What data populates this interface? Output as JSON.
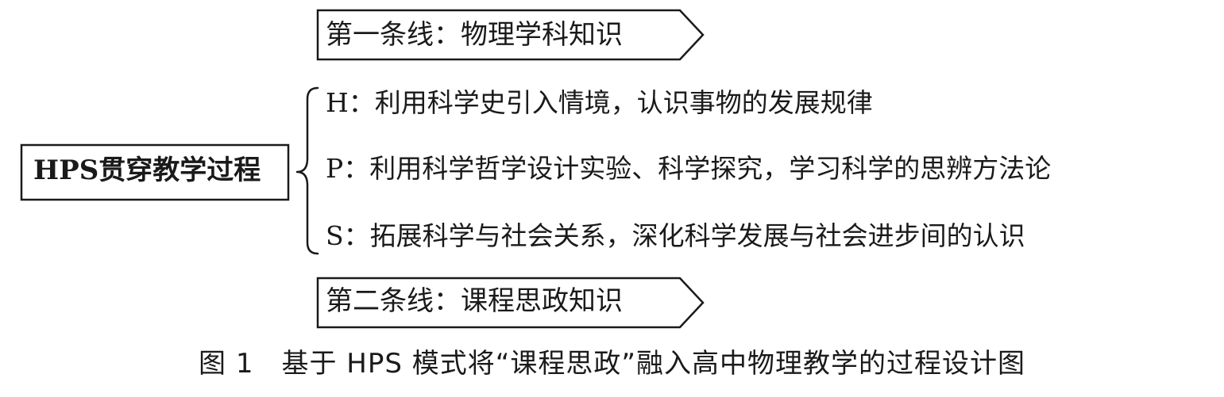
{
  "diagram": {
    "first_line": "第一条线：物理学科知识",
    "second_line": "第二条线：课程思政知识",
    "center": "HPS贯穿教学过程",
    "branches": [
      {
        "key": "H",
        "text": "H：利用科学史引入情境，认识事物的发展规律"
      },
      {
        "key": "P",
        "text": "P：利用科学哲学设计实验、科学探究，学习科学的思辨方法论"
      },
      {
        "key": "S",
        "text": "S：拓展科学与社会关系，深化科学发展与社会进步间的认识"
      }
    ]
  },
  "caption": "图 1　基于 HPS 模式将“课程思政”融入高中物理教学的过程设计图",
  "colors": {
    "stroke": "#1a1a1a",
    "background": "#ffffff"
  }
}
